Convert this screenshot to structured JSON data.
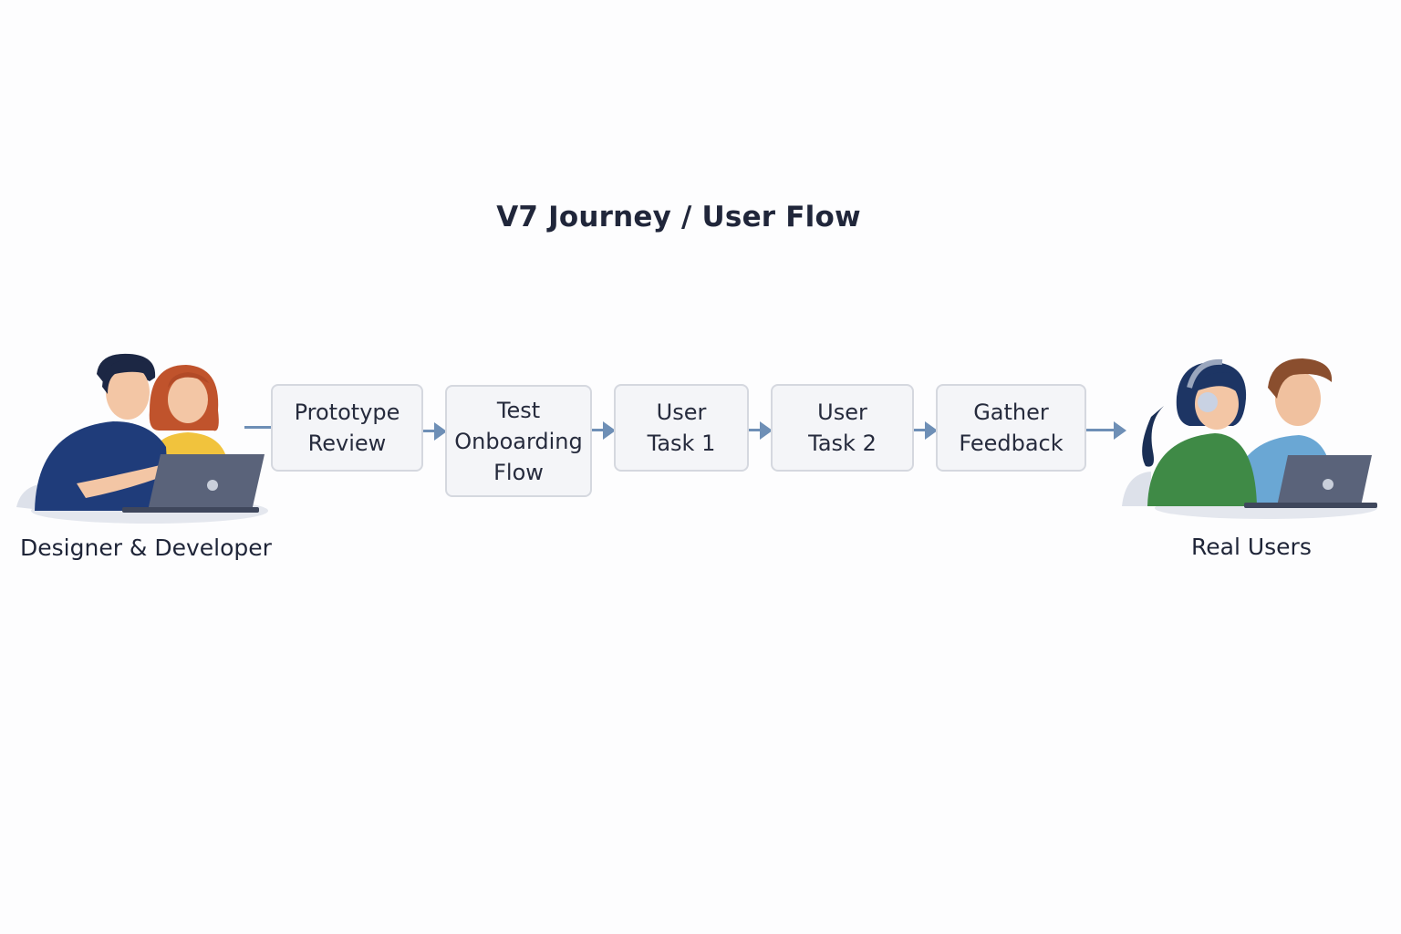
{
  "title": "V7 Journey / User Flow",
  "actors": {
    "left": "Designer & Developer",
    "right": "Real Users"
  },
  "steps": [
    {
      "label": "Prototype\nReview"
    },
    {
      "label": "Test\nOnboarding\nFlow"
    },
    {
      "label": "User\nTask 1"
    },
    {
      "label": "User\nTask 2"
    },
    {
      "label": "Gather\nFeedback"
    }
  ],
  "colors": {
    "arrow": "#6e8fb6",
    "box_fill": "#f4f5f8",
    "box_border": "#d5d8df",
    "text": "#20263a"
  }
}
